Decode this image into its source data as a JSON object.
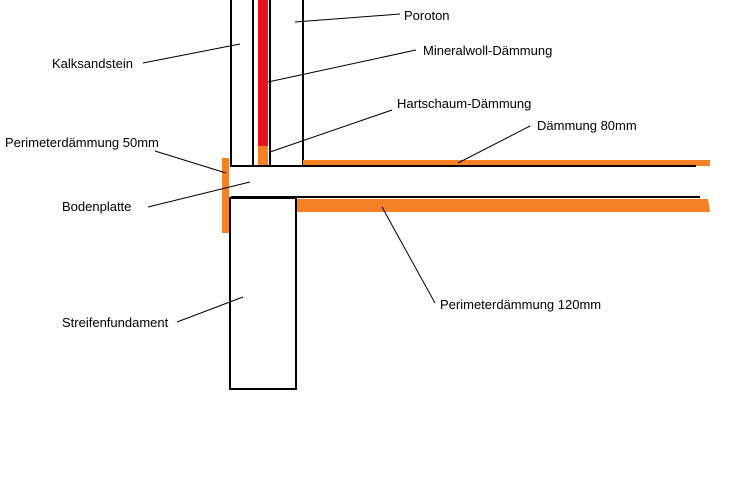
{
  "colors": {
    "orange_insulation": "#f58025",
    "red_insulation": "#e8141c",
    "outline": "#000000",
    "background": "#ffffff"
  },
  "labels": {
    "poroton": "Poroton",
    "kalksandstein": "Kalksandstein",
    "mineralwoll": "Mineralwoll-Dämmung",
    "hartschaum": "Hartschaum-Dämmung",
    "daemmung80": "Dämmung 80mm",
    "perimeter50": "Perimeterdämmung  50mm",
    "bodenplatte": "Bodenplatte",
    "perimeter120": "Perimeterdämmung  120mm",
    "streifenfundament": "Streifenfundament"
  }
}
